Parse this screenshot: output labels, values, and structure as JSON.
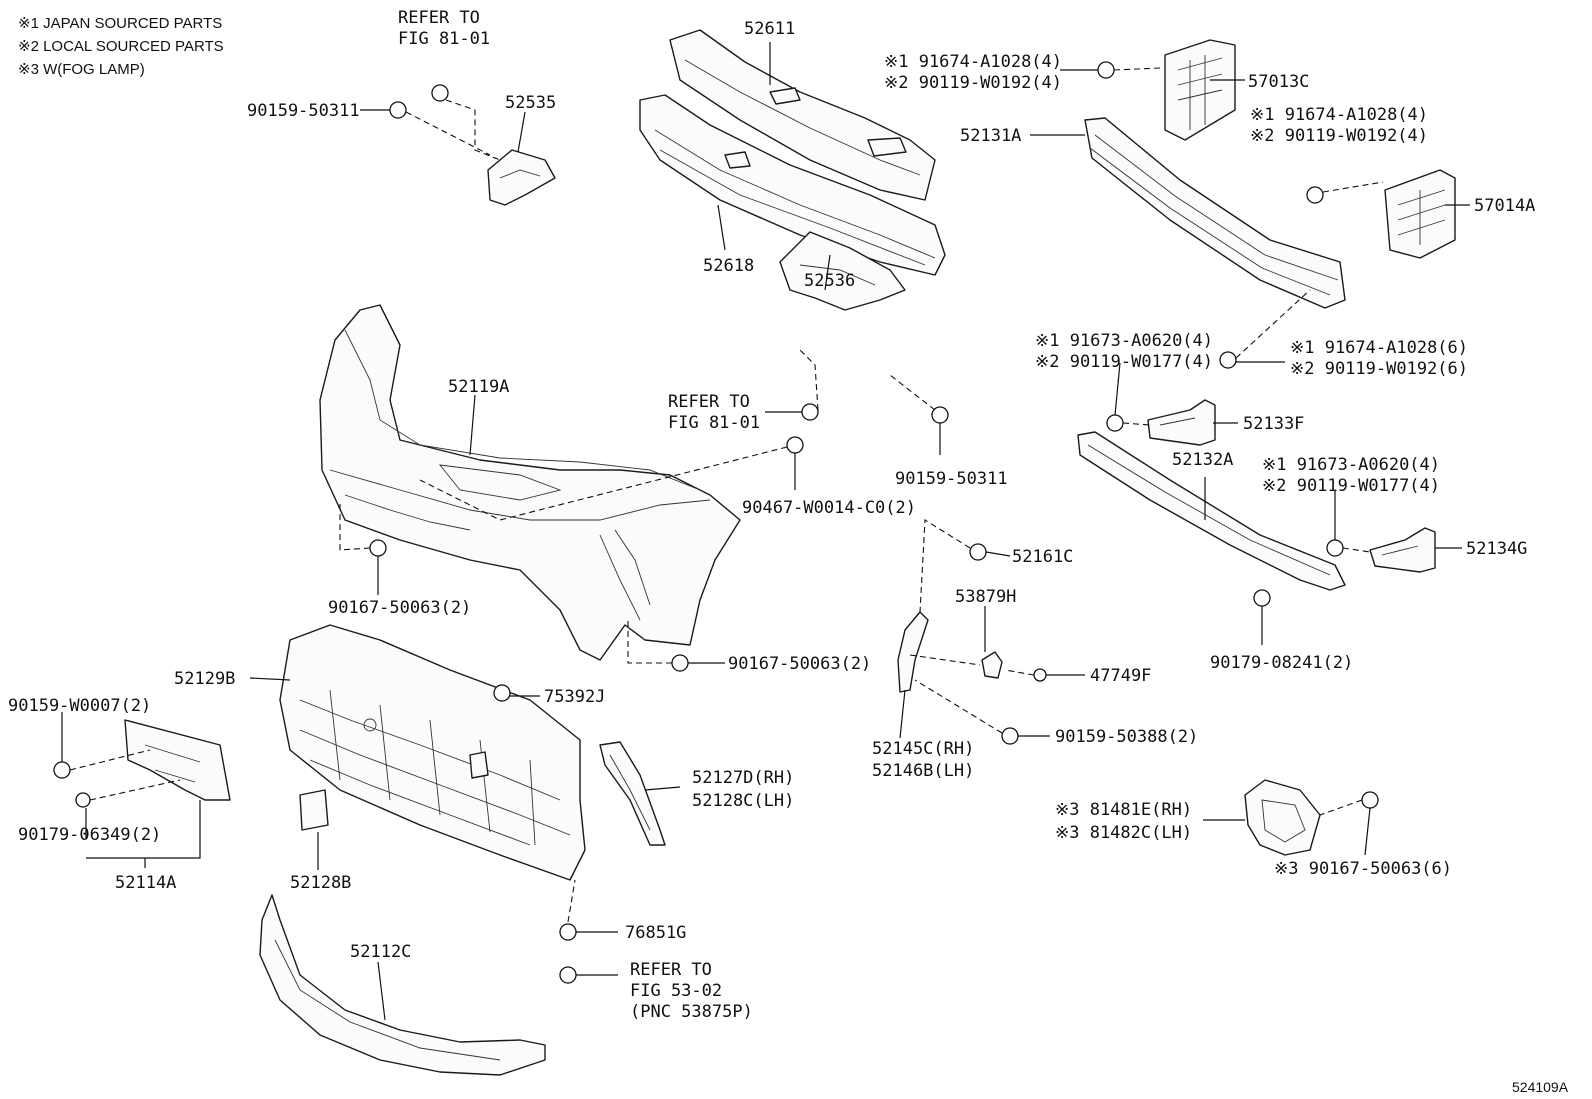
{
  "notes": [
    "※1 JAPAN SOURCED PARTS",
    "※2 LOCAL SOURCED PARTS",
    "※3 W(FOG LAMP)"
  ],
  "figure_id": "524109A",
  "labels": {
    "ref_81_a": [
      "REFER TO",
      "FIG 81-01"
    ],
    "p90159_50311_a": "90159-50311",
    "p52535": "52535",
    "p52611": "52611",
    "p52618": "52618",
    "p57013c_n1": "※1 91674-A1028(4)",
    "p57013c_n2": "※2 90119-W0192(4)",
    "p57013c": "57013C",
    "p52131a": "52131A",
    "p57014a_n1": "※1 91674-A1028(4)",
    "p57014a_n2": "※2 90119-W0192(4)",
    "p57014a": "57014A",
    "p52536": "52536",
    "p52119a": "52119A",
    "ref_81_b": [
      "REFER TO",
      "FIG 81-01"
    ],
    "p90159_50311_b": "90159-50311",
    "p90467": "90467-W0014-C0(2)",
    "p91673_a_n1": "※1 91673-A0620(4)",
    "p91673_a_n2": "※2 90119-W0177(4)",
    "p91674_6_n1": "※1 91674-A1028(6)",
    "p91674_6_n2": "※2 90119-W0192(6)",
    "p52133f": "52133F",
    "p52132a": "52132A",
    "p91673_b_n1": "※1 91673-A0620(4)",
    "p91673_b_n2": "※2 90119-W0177(4)",
    "p52134g": "52134G",
    "p90167_a": "90167-50063(2)",
    "p52161c": "52161C",
    "p53879h": "53879H",
    "p90167_b": "90167-50063(2)",
    "p47749f": "47749F",
    "p90179_08241": "90179-08241(2)",
    "p52129b": "52129B",
    "p75392j": "75392J",
    "p90159_w0007": "90159-W0007(2)",
    "p52145c": "52145C(RH)",
    "p52146b": "52146B(LH)",
    "p90159_50388": "90159-50388(2)",
    "p52127d": "52127D(RH)",
    "p52128c": "52128C(LH)",
    "p81481e": "※3 81481E(RH)",
    "p81482c": "※3 81482C(LH)",
    "p90179_06349": "90179-06349(2)",
    "p90167_c": "※3 90167-50063(6)",
    "p52114a": "52114A",
    "p52128b": "52128B",
    "p76851g": "76851G",
    "ref_53": [
      "REFER TO",
      "FIG 53-02",
      "(PNC 53875P)"
    ],
    "p52112c": "52112C"
  }
}
